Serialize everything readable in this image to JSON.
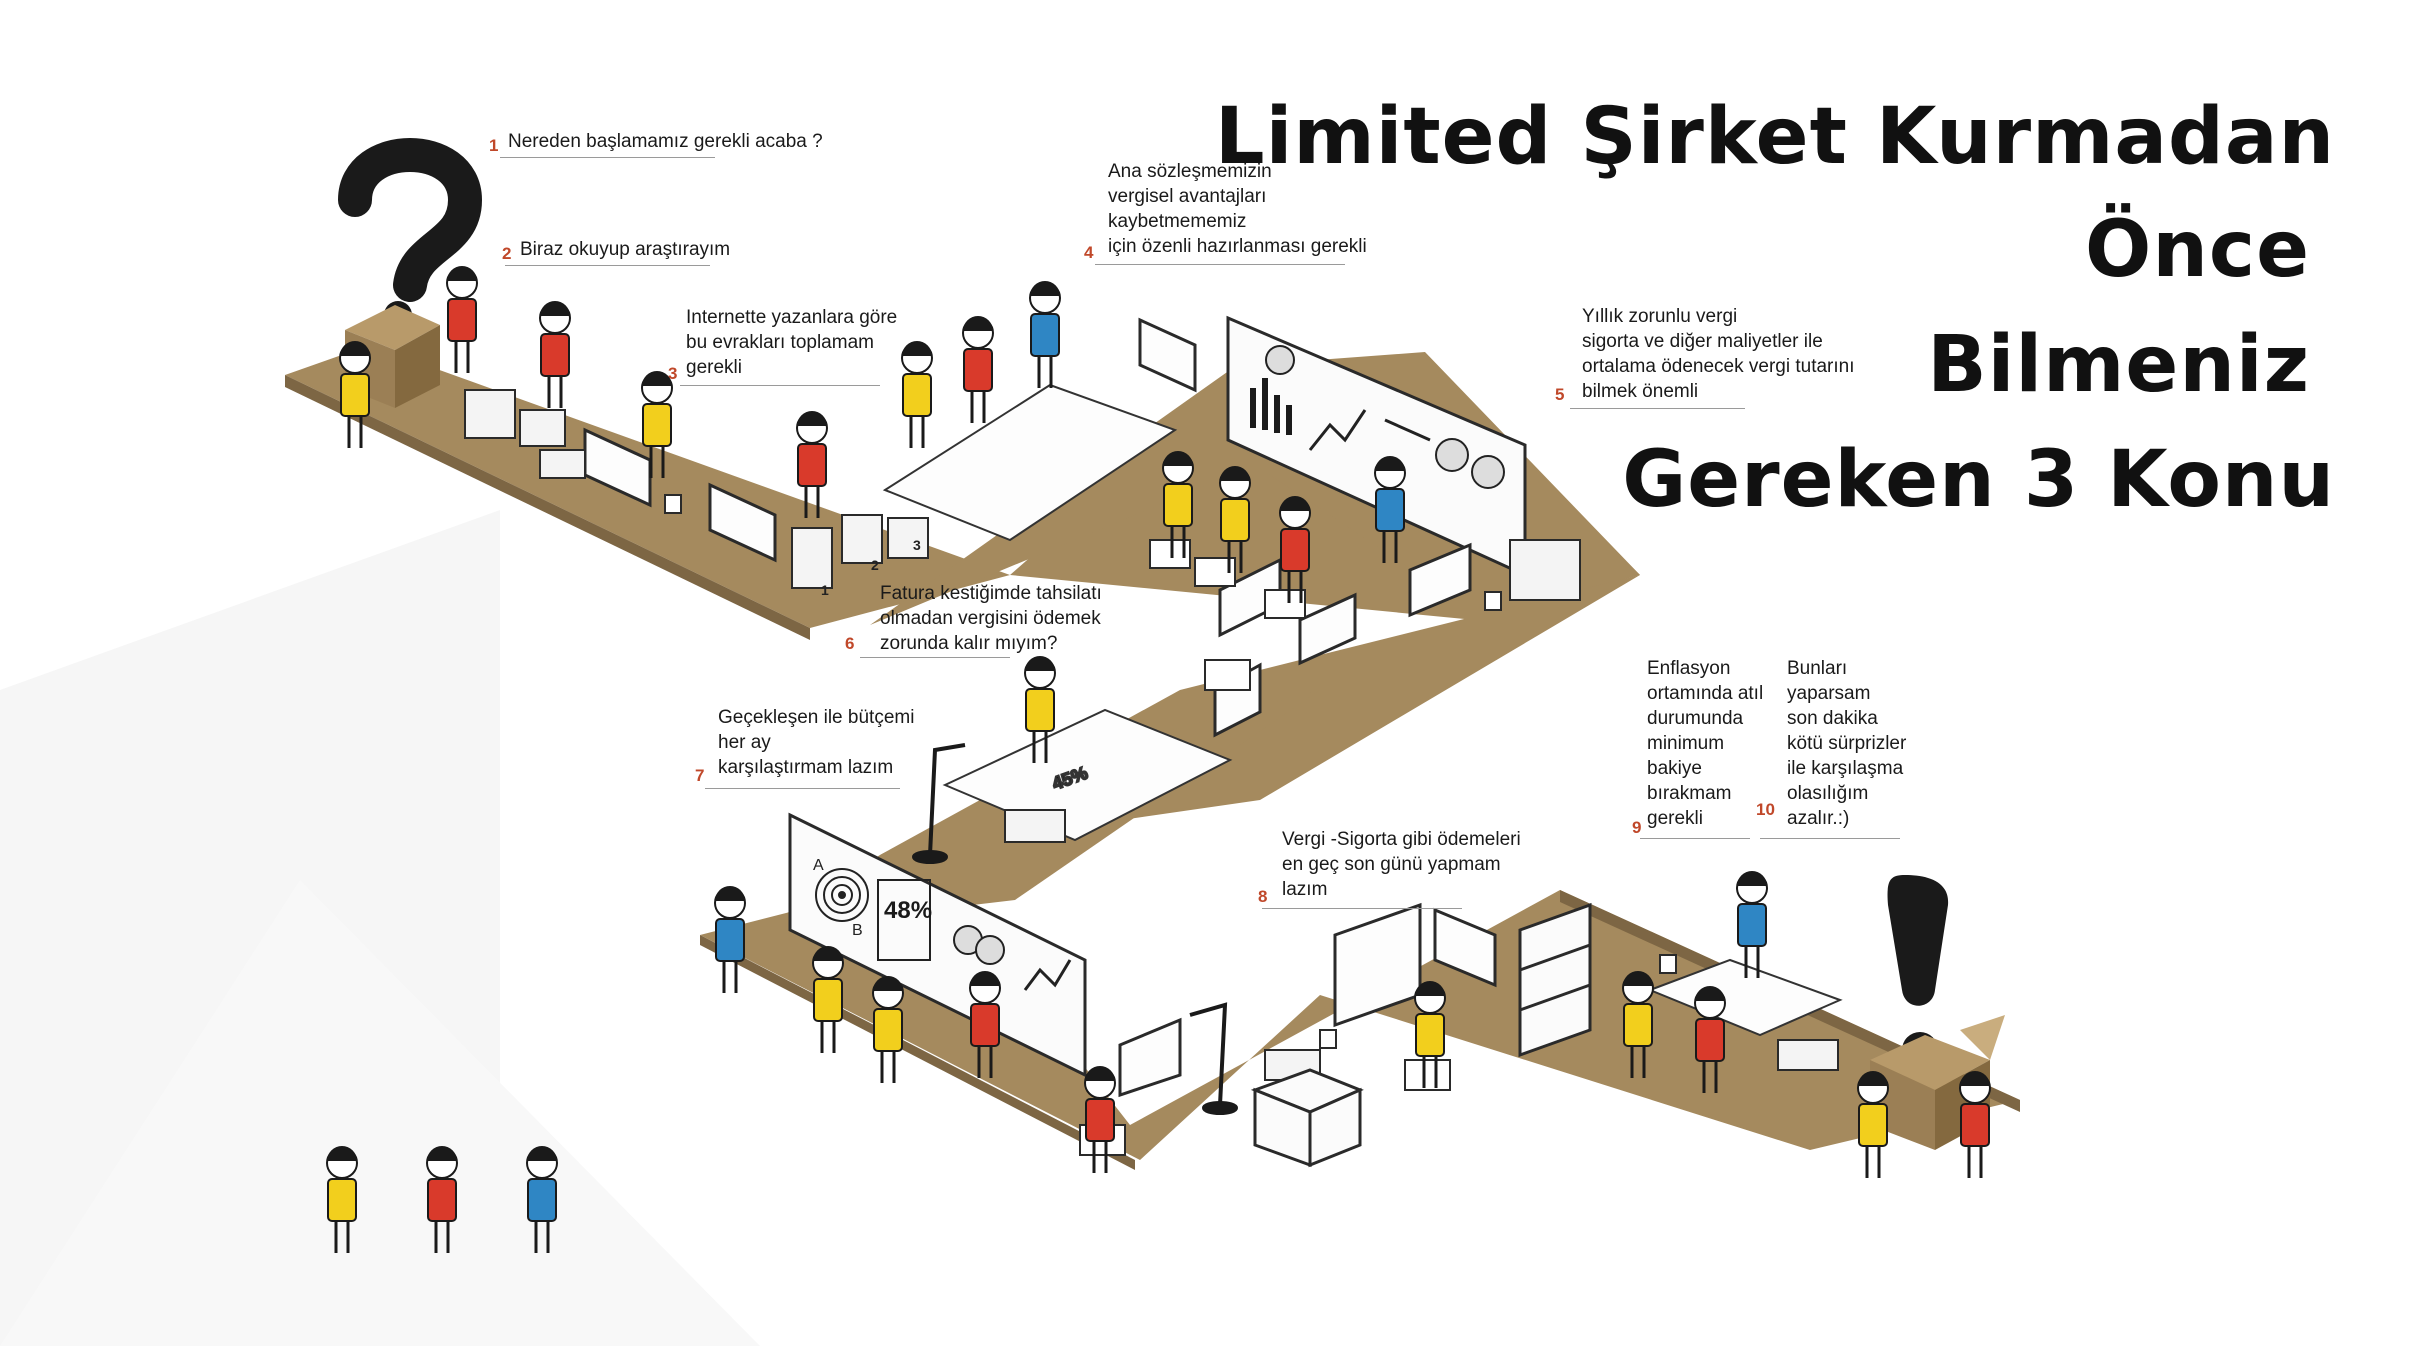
{
  "title": {
    "lines": [
      "Limited Şirket Kurmadan",
      "Önce",
      "Bilmeniz",
      "Gereken 3 Konu"
    ]
  },
  "notes": [
    {
      "num": "1",
      "text": "Nereden başlamamız gerekli acaba ?"
    },
    {
      "num": "2",
      "text": "Biraz okuyup araştırayım"
    },
    {
      "num": "3",
      "text": "Internette yazanlara göre\nbu evrakları toplamam\ngerekli"
    },
    {
      "num": "4",
      "text": "Ana sözleşmemizin\nvergisel avantajları\nkaybetmememiz\niçin özenli hazırlanması gerekli"
    },
    {
      "num": "5",
      "text": "Yıllık zorunlu vergi\nsigorta ve diğer maliyetler ile\nortalama ödenecek vergi tutarını\nbilmek önemli"
    },
    {
      "num": "6",
      "text": "Fatura kestiğimde tahsilatı\nolmadan vergisini ödemek\nzorunda kalır mıyım?"
    },
    {
      "num": "7",
      "text": "Geçekleşen ile bütçemi\nher ay\nkarşılaştırmam lazım"
    },
    {
      "num": "8",
      "text": "Vergi -Sigorta gibi ödemeleri\nen geç son günü yapmam\nlazım"
    },
    {
      "num": "9",
      "text": "Enflasyon\nortamında atıl\ndurumunda\nminimum\nbakiye\nbırakmam\ngerekli"
    },
    {
      "num": "10",
      "text": "Bunları\nyaparsam\nson dakika\nkötü sürprizler\nile karşılaşma\nolasılığım\nazalır.:)"
    }
  ],
  "illustration": {
    "boxes": [
      "1",
      "2",
      "3"
    ],
    "chart_percent": "48%",
    "desk_percent": "45%",
    "chart_letters": [
      "A",
      "B"
    ]
  },
  "colors": {
    "table": "#a58a5e",
    "yellow": "#f2cf1d",
    "red": "#d93a2b",
    "blue": "#2f86c4",
    "ink": "#1a1a1a",
    "number": "#c0482a"
  }
}
